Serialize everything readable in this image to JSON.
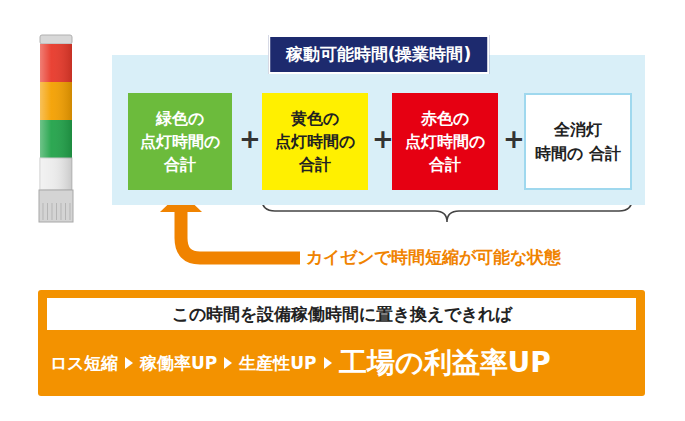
{
  "diagram": {
    "nodes": [
      {
        "text": [
          "稼動可能時間(操業時間)"
        ]
      },
      {
        "text": [
          "緑色の 点灯時間の 合計"
        ],
        "in": 0
      },
      {
        "text": [
          "黄色の 点灯時間の 合計"
        ],
        "in": 0
      },
      {
        "text": [
          "赤色の 点灯時間の 合計"
        ],
        "in": 0
      },
      {
        "text": [
          "全消灯 時間の 合計"
        ],
        "in": 0
      },
      {
        "text": [
          "この時間を設備稼働時間に置き換えできれば",
          "ロス短縮",
          "稼働率UP",
          "生産性UP",
          "工場の利益率UP"
        ]
      }
    ],
    "labels": [
      "+",
      "+",
      "+",
      "カイゼンで時間短縮が可能な状態"
    ]
  }
}
